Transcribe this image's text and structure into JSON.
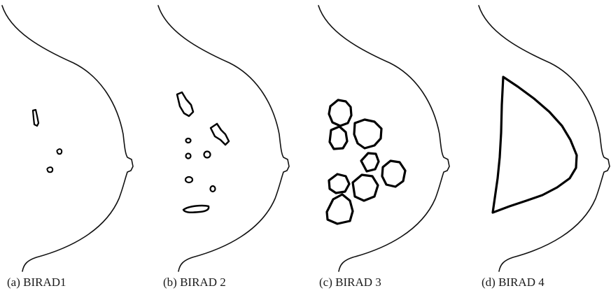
{
  "panels": [
    {
      "caption": "(a)  BIRAD1"
    },
    {
      "caption": "(b)  BIRAD 2"
    },
    {
      "caption": "(c)  BIRAD 3"
    },
    {
      "caption": "(d)  BIRAD 4"
    }
  ]
}
